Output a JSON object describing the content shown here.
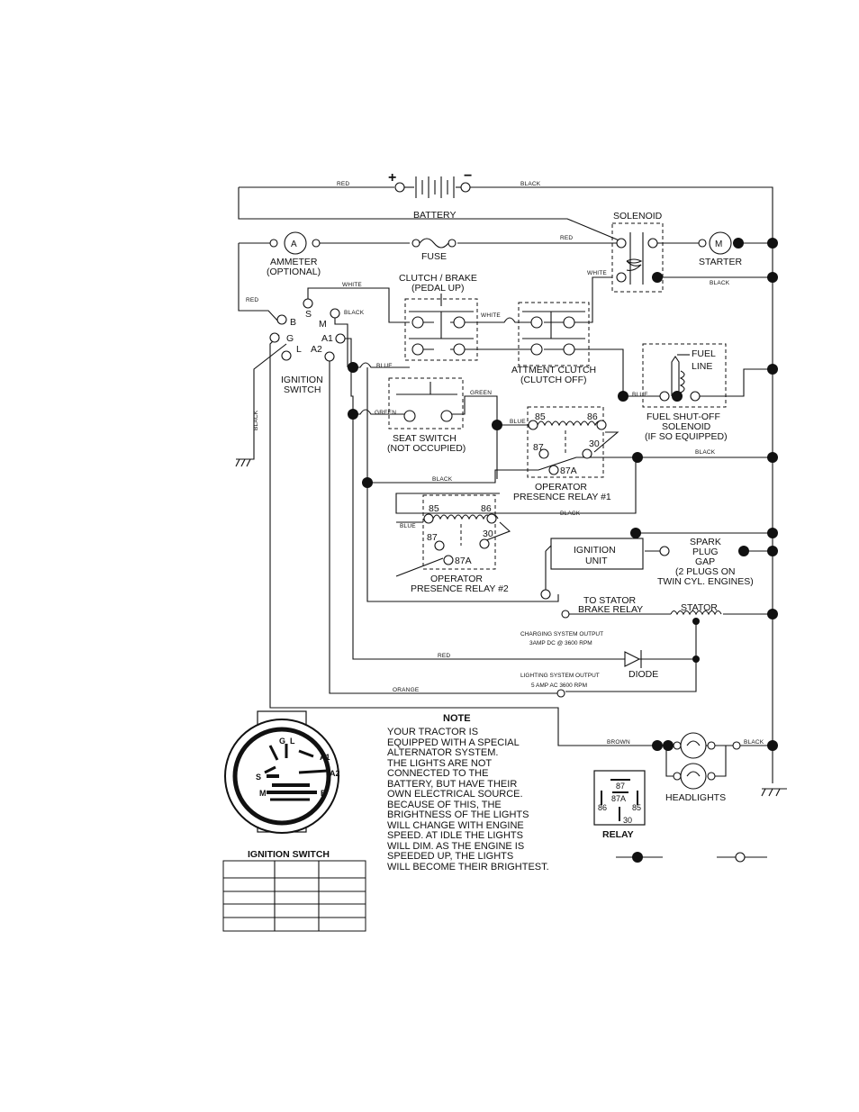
{
  "wire_labels": {
    "red_battery": "RED",
    "black_battery": "BLACK",
    "red_fuse": "RED",
    "white_solenoid": "WHITE",
    "black_solenoid": "BLACK",
    "red_left": "RED",
    "white_top": "WHITE",
    "black_a1": "BLACK",
    "white_clutch": "WHITE",
    "blue_seat": "BLUE",
    "blue_fuel": "BLUE",
    "green_seat": "GREEN",
    "green_left": "GREEN",
    "blue_relay1": "BLUE",
    "black_relay1_right": "BLACK",
    "black_relay1": "BLACK",
    "black_relay2": "BLACK",
    "blue_relay2": "BLUE",
    "black_ground": "BLACK",
    "red_diode": "RED",
    "orange": "ORANGE",
    "brown": "BROWN",
    "black_headlight": "BLACK"
  },
  "components": {
    "battery": "BATTERY",
    "battery_plus": "+",
    "battery_minus": "−",
    "solenoid": "SOLENOID",
    "ammeter_symbol": "A",
    "ammeter": "AMMETER",
    "ammeter_sub": "(OPTIONAL)",
    "fuse": "FUSE",
    "starter_symbol": "M",
    "starter": "STARTER",
    "clutch_brake": "CLUTCH / BRAKE",
    "clutch_brake_sub": "(PEDAL UP)",
    "attment_clutch": "ATTMENT CLUTCH",
    "attment_clutch_sub": "(CLUTCH OFF)",
    "fuel_line_1": "FUEL",
    "fuel_line_2": "LINE",
    "fuel_solenoid_1": "FUEL SHUT-OFF",
    "fuel_solenoid_2": "SOLENOID",
    "fuel_solenoid_3": "(IF SO EQUIPPED)",
    "ignition_switch_1": "IGNITION",
    "ignition_switch_2": "SWITCH",
    "seat_switch_1": "SEAT SWITCH",
    "seat_switch_2": "(NOT OCCUPIED)",
    "relay1_1": "OPERATOR",
    "relay1_2": "PRESENCE RELAY #1",
    "relay2_1": "OPERATOR",
    "relay2_2": "PRESENCE RELAY #2",
    "ignition_unit_1": "IGNITION",
    "ignition_unit_2": "UNIT",
    "spark_1": "SPARK",
    "spark_2": "PLUG",
    "spark_3": "GAP",
    "spark_4": "(2 PLUGS ON",
    "spark_5": "TWIN CYL. ENGINES)",
    "to_stator_1": "TO STATOR",
    "to_stator_2": "BRAKE RELAY",
    "stator": "STATOR",
    "charging_1": "CHARGING SYSTEM OUTPUT",
    "charging_2": "3AMP DC @ 3600 RPM",
    "diode": "DIODE",
    "lighting_1": "LIGHTING SYSTEM OUTPUT",
    "lighting_2": "5 AMP AC 3600 RPM",
    "headlights": "HEADLIGHTS",
    "relay_legend": "RELAY",
    "ignition_switch_view": "IGNITION SWITCH"
  },
  "terminals": {
    "sw_s": "S",
    "sw_b": "B",
    "sw_m": "M",
    "sw_g": "G",
    "sw_a1": "A1",
    "sw_l": "L",
    "sw_a2": "A2",
    "r1_85": "85",
    "r1_86": "86",
    "r1_87": "87",
    "r1_30": "30",
    "r1_87a": "87A",
    "r2_85": "85",
    "r2_86": "86",
    "r2_87": "87",
    "r2_30": "30",
    "r2_87a": "87A",
    "leg_87": "87",
    "leg_87a": "87A",
    "leg_86": "86",
    "leg_85": "85",
    "leg_30": "30",
    "view_g": "G",
    "view_l": "L",
    "view_a1": "A1",
    "view_s": "S",
    "view_a2": "A2",
    "view_m": "M",
    "view_b": "B"
  },
  "note": {
    "title": "NOTE",
    "lines": [
      "YOUR TRACTOR IS",
      "EQUIPPED WITH A SPECIAL",
      "ALTERNATOR SYSTEM.",
      "THE LIGHTS ARE NOT",
      "CONNECTED TO THE",
      "BATTERY, BUT HAVE THEIR",
      "OWN ELECTRICAL SOURCE.",
      "BECAUSE OF THIS, THE",
      "BRIGHTNESS OF THE LIGHTS",
      "WILL CHANGE WITH ENGINE",
      "SPEED.  AT IDLE THE LIGHTS",
      "WILL DIM.  AS THE ENGINE IS",
      "SPEEDED UP, THE LIGHTS",
      "WILL BECOME THEIR BRIGHTEST."
    ]
  }
}
